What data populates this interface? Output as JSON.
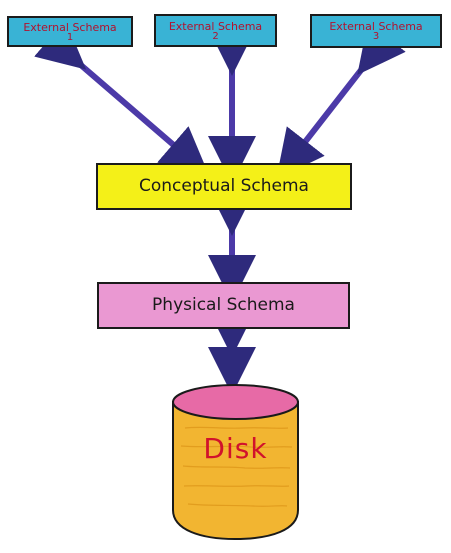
{
  "diagram": {
    "external_schemas": [
      {
        "title": "External Schema",
        "number": "1"
      },
      {
        "title": "External Schema",
        "number": "2"
      },
      {
        "title": "External Schema",
        "number": "3"
      }
    ],
    "conceptual_schema": "Conceptual Schema",
    "physical_schema": "Physical Schema",
    "disk": "Disk"
  },
  "colors": {
    "external_fill": "#39b3d5",
    "external_text": "#b1122f",
    "conceptual_fill": "#f4f018",
    "physical_fill": "#ea98d2",
    "disk_body": "#f2b531",
    "disk_top": "#e76aa6",
    "arrow": "#4c3aa8"
  }
}
